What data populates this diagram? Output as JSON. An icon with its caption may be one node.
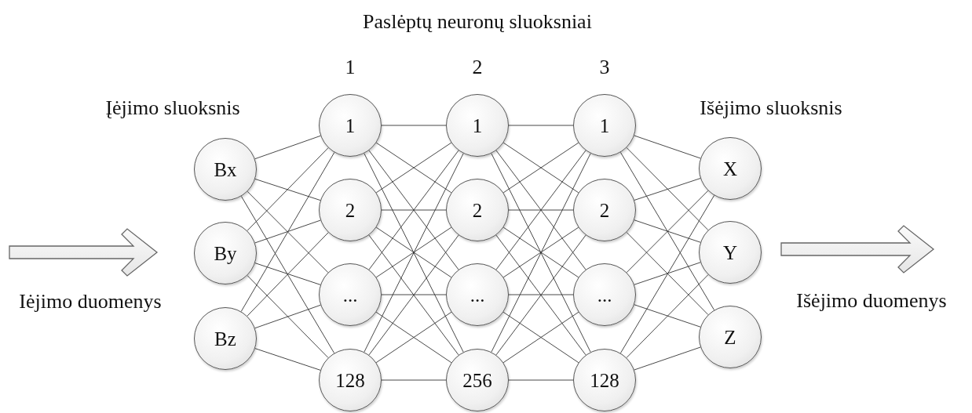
{
  "diagram": {
    "nodes": [
      {
        "text": [
          "Bx"
        ]
      },
      {
        "text": [
          "By"
        ]
      },
      {
        "text": [
          "Bz"
        ]
      },
      {
        "text": [
          "1"
        ]
      },
      {
        "text": [
          "2"
        ]
      },
      {
        "text": [
          "..."
        ]
      },
      {
        "text": [
          "128"
        ]
      },
      {
        "text": [
          "1"
        ]
      },
      {
        "text": [
          "2"
        ]
      },
      {
        "text": [
          "..."
        ]
      },
      {
        "text": [
          "256"
        ]
      },
      {
        "text": [
          "1"
        ]
      },
      {
        "text": [
          "2"
        ]
      },
      {
        "text": [
          "..."
        ]
      },
      {
        "text": [
          "128"
        ]
      },
      {
        "text": [
          "X"
        ]
      },
      {
        "text": [
          "Y"
        ]
      },
      {
        "text": [
          "Z"
        ]
      }
    ],
    "edges": [
      {
        "from": 0,
        "to": 3,
        "arrow": "none"
      },
      {
        "from": 0,
        "to": 4,
        "arrow": "none"
      },
      {
        "from": 0,
        "to": 5,
        "arrow": "none"
      },
      {
        "from": 0,
        "to": 6,
        "arrow": "none"
      },
      {
        "from": 1,
        "to": 3,
        "arrow": "none"
      },
      {
        "from": 1,
        "to": 4,
        "arrow": "none"
      },
      {
        "from": 1,
        "to": 5,
        "arrow": "none"
      },
      {
        "from": 1,
        "to": 6,
        "arrow": "none"
      },
      {
        "from": 2,
        "to": 3,
        "arrow": "none"
      },
      {
        "from": 2,
        "to": 4,
        "arrow": "none"
      },
      {
        "from": 2,
        "to": 5,
        "arrow": "none"
      },
      {
        "from": 2,
        "to": 6,
        "arrow": "none"
      },
      {
        "from": 3,
        "to": 7,
        "arrow": "none"
      },
      {
        "from": 3,
        "to": 8,
        "arrow": "none"
      },
      {
        "from": 3,
        "to": 9,
        "arrow": "none"
      },
      {
        "from": 3,
        "to": 10,
        "arrow": "none"
      },
      {
        "from": 4,
        "to": 7,
        "arrow": "none"
      },
      {
        "from": 4,
        "to": 8,
        "arrow": "none"
      },
      {
        "from": 4,
        "to": 9,
        "arrow": "none"
      },
      {
        "from": 4,
        "to": 10,
        "arrow": "none"
      },
      {
        "from": 5,
        "to": 7,
        "arrow": "none"
      },
      {
        "from": 5,
        "to": 8,
        "arrow": "none"
      },
      {
        "from": 5,
        "to": 9,
        "arrow": "none"
      },
      {
        "from": 5,
        "to": 10,
        "arrow": "none"
      },
      {
        "from": 6,
        "to": 7,
        "arrow": "none"
      },
      {
        "from": 6,
        "to": 8,
        "arrow": "none"
      },
      {
        "from": 6,
        "to": 9,
        "arrow": "none"
      },
      {
        "from": 6,
        "to": 10,
        "arrow": "none"
      },
      {
        "from": 7,
        "to": 11,
        "arrow": "none"
      },
      {
        "from": 7,
        "to": 12,
        "arrow": "none"
      },
      {
        "from": 7,
        "to": 13,
        "arrow": "none"
      },
      {
        "from": 7,
        "to": 14,
        "arrow": "none"
      },
      {
        "from": 8,
        "to": 11,
        "arrow": "none"
      },
      {
        "from": 8,
        "to": 12,
        "arrow": "none"
      },
      {
        "from": 8,
        "to": 13,
        "arrow": "none"
      },
      {
        "from": 8,
        "to": 14,
        "arrow": "none"
      },
      {
        "from": 9,
        "to": 11,
        "arrow": "none"
      },
      {
        "from": 9,
        "to": 12,
        "arrow": "none"
      },
      {
        "from": 9,
        "to": 13,
        "arrow": "none"
      },
      {
        "from": 9,
        "to": 14,
        "arrow": "none"
      },
      {
        "from": 10,
        "to": 11,
        "arrow": "none"
      },
      {
        "from": 10,
        "to": 12,
        "arrow": "none"
      },
      {
        "from": 10,
        "to": 13,
        "arrow": "none"
      },
      {
        "from": 10,
        "to": 14,
        "arrow": "none"
      },
      {
        "from": 11,
        "to": 15,
        "arrow": "none"
      },
      {
        "from": 11,
        "to": 16,
        "arrow": "none"
      },
      {
        "from": 11,
        "to": 17,
        "arrow": "none"
      },
      {
        "from": 12,
        "to": 15,
        "arrow": "none"
      },
      {
        "from": 12,
        "to": 16,
        "arrow": "none"
      },
      {
        "from": 12,
        "to": 17,
        "arrow": "none"
      },
      {
        "from": 13,
        "to": 15,
        "arrow": "none"
      },
      {
        "from": 13,
        "to": 16,
        "arrow": "none"
      },
      {
        "from": 13,
        "to": 17,
        "arrow": "none"
      },
      {
        "from": 14,
        "to": 15,
        "arrow": "none"
      },
      {
        "from": 14,
        "to": 16,
        "arrow": "none"
      },
      {
        "from": 14,
        "to": 17,
        "arrow": "none"
      }
    ],
    "labels": [
      "Paslėptų neuronų sluoksniai",
      "1",
      "2",
      "3",
      "Įėjimo sluoksnis",
      "Išėjimo sluoksnis",
      "Iėjimo duomenys",
      "Išėjimo duomenys"
    ]
  }
}
